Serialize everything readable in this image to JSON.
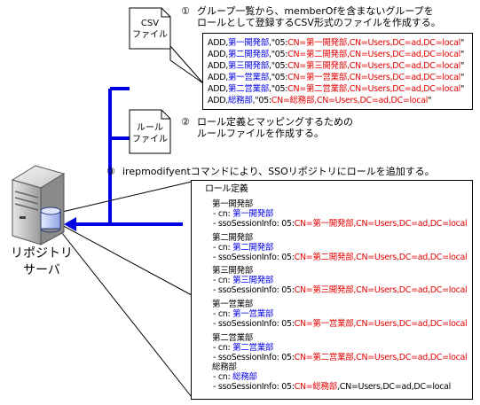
{
  "csv_file": {
    "line1": "CSV",
    "line2": "ファイル"
  },
  "rule_file": {
    "line1": "ルール",
    "line2": "ファイル"
  },
  "step1": {
    "num": "①",
    "line1": "グループ一覧から、memberOfを含まないグループを",
    "line2": "ロールとして登録するCSV形式のファイルを作成する。"
  },
  "step2": {
    "num": "②",
    "line1": "ロール定義とマッピングするための",
    "line2": "ルールファイルを作成する。"
  },
  "step3": {
    "num": "③",
    "text": "irepmodifyentコマンドにより、SSOリポジトリにロールを追加する。"
  },
  "csv_lines": [
    {
      "prefix": "ADD,",
      "dept": "第一開発部",
      "mid": ",\"05:",
      "cn": "CN=第一開発部",
      "rest": ",CN=Users,DC=ad,DC=local",
      "end": "\""
    },
    {
      "prefix": "ADD,",
      "dept": "第二開発部",
      "mid": ",\"05:",
      "cn": "CN=第二開発部",
      "rest": ",CN=Users,DC=ad,DC=local",
      "end": "\""
    },
    {
      "prefix": "ADD,",
      "dept": "第三開発部",
      "mid": ",\"05:",
      "cn": "CN=第三開発部",
      "rest": ",CN=Users,DC=ad,DC=local",
      "end": "\""
    },
    {
      "prefix": "ADD,",
      "dept": "第一営業部",
      "mid": ",\"05:",
      "cn": "CN=第一営業部",
      "rest": ",CN=Users,DC=ad,DC=local",
      "end": "\""
    },
    {
      "prefix": "ADD,",
      "dept": "第二営業部",
      "mid": ",\"05:",
      "cn": "CN=第二営業部",
      "rest": ",CN=Users,DC=ad,DC=local",
      "end": "\""
    },
    {
      "prefix": "ADD,",
      "dept": "総務部",
      "mid": ",\"05:",
      "cn": "CN=総務部",
      "rest": ",CN=Users,DC=ad,DC=local",
      "end": "\""
    }
  ],
  "role_root": "ロール定義",
  "cn_prefix": "- cn: ",
  "sso_prefix": "- ssoSessionInfo: 05:",
  "roles": [
    {
      "name": "第一開発部",
      "cn": "第一開発部",
      "sso_red": "CN=第一開発部,CN=Users,DC=ad,DC=local",
      "sso_black": ""
    },
    {
      "name": "第二開発部",
      "cn": "第二開発部",
      "sso_red": "CN=第二開発部,CN=Users,DC=ad,DC=local",
      "sso_black": ""
    },
    {
      "name": "第三開発部",
      "cn": "第三開発部",
      "sso_red": "CN=第三開発部,CN=Users,DC=ad,DC=local",
      "sso_black": ""
    },
    {
      "name": "第一営業部",
      "cn": "第一営業部",
      "sso_red": "CN=第一営業部,CN=Users,DC=ad,DC=local",
      "sso_black": ""
    },
    {
      "name": "第二営業部",
      "cn": "第二営業部",
      "sso_red": "CN=第二営業部,CN=Users,DC=ad,DC=local",
      "sso_black": ""
    },
    {
      "name": "総務部",
      "cn": "総務部",
      "sso_red": "CN=総務部",
      "sso_black": ",CN=Users,DC=ad,DC=local"
    }
  ],
  "server": {
    "line1": "リポジトリ",
    "line2": "サーバ"
  },
  "colors": {
    "connector": "#0000e6",
    "highlight_blue": "#0000e6",
    "highlight_red": "#e60000"
  }
}
